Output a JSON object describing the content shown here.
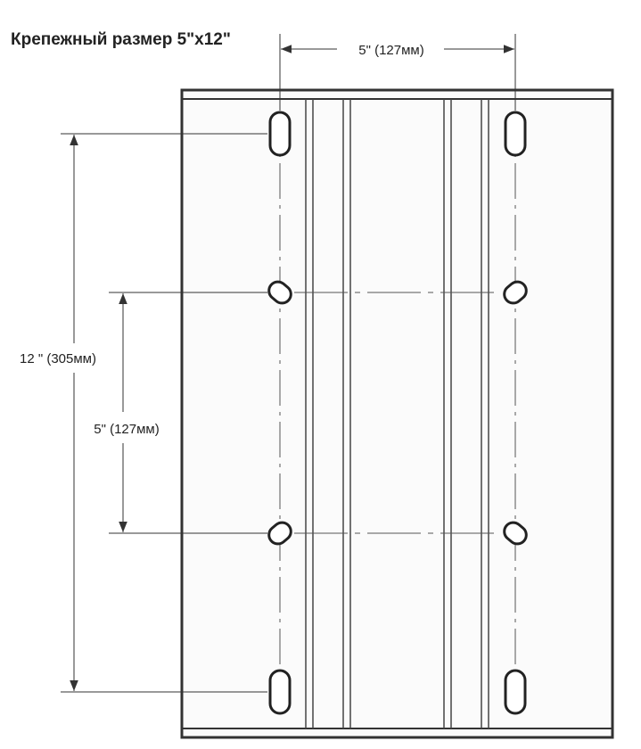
{
  "title": "Крепежный размер 5\"x12\"",
  "dimensions": {
    "horizontal": "5\" (127мм)",
    "vertical_outer": "12 \" (305мм)",
    "vertical_inner": "5\" (127мм)"
  },
  "colors": {
    "line": "#333333",
    "plate_fill": "#fbfbfb",
    "thin_line": "#555555",
    "background": "#ffffff"
  }
}
